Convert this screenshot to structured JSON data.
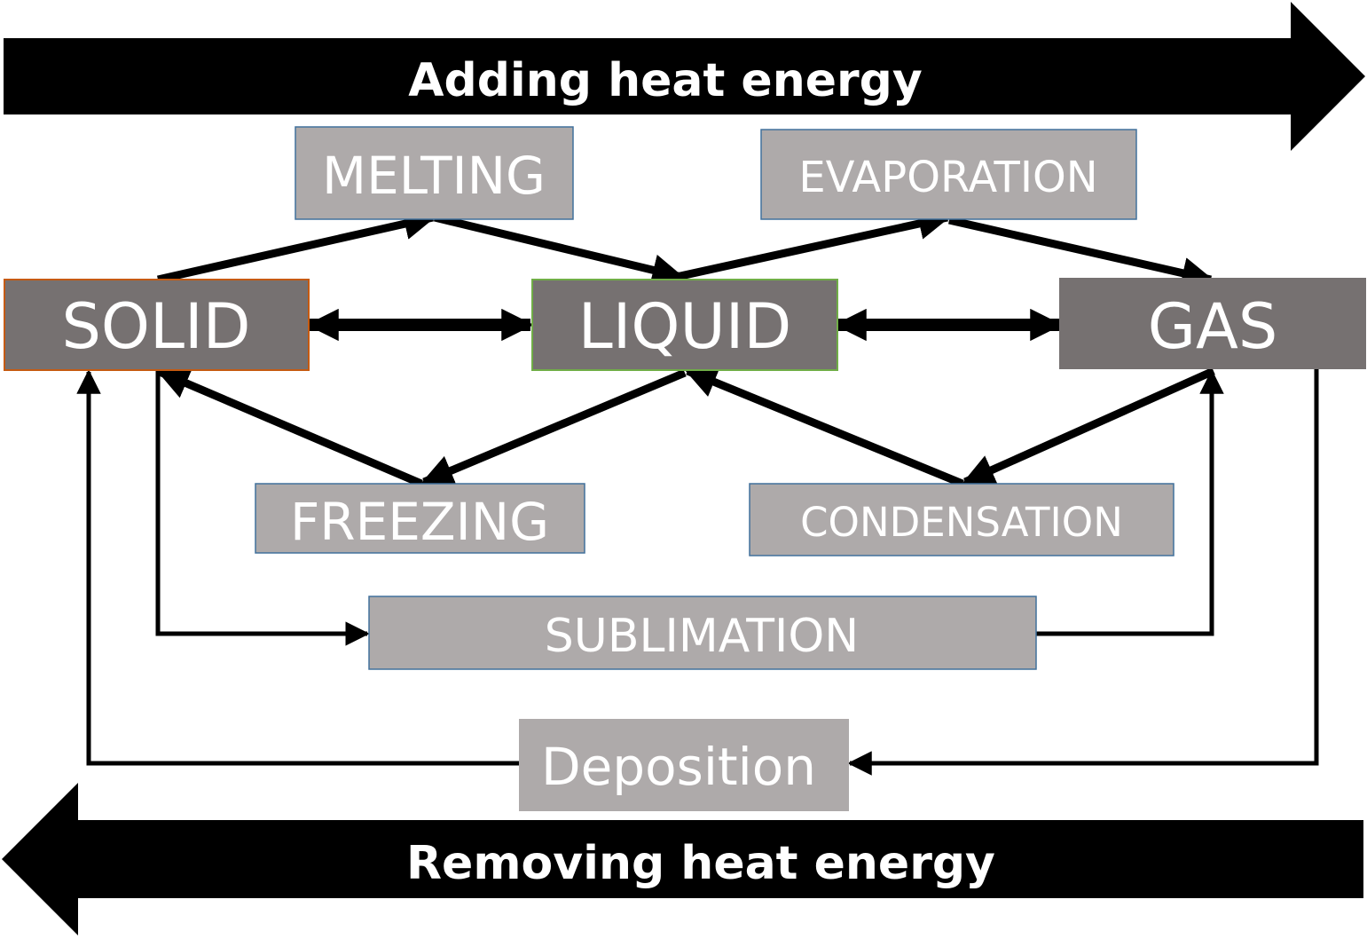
{
  "banners": {
    "top": "Adding heat energy",
    "bottom": "Removing heat energy"
  },
  "states": {
    "solid": "SOLID",
    "liquid": "LIQUID",
    "gas": "GAS"
  },
  "processes": {
    "melting": "MELTING",
    "evaporation": "EVAPORATION",
    "freezing": "FREEZING",
    "condensation": "CONDENSATION",
    "sublimation": "SUBLIMATION",
    "deposition": "Deposition"
  },
  "colors": {
    "state_box": "#767171",
    "process_box": "#aeaaaa",
    "process_border": "#41719c",
    "solid_border": "#c55a11",
    "liquid_border": "#70ad47",
    "arrows": "#000000",
    "text": "#ffffff"
  }
}
